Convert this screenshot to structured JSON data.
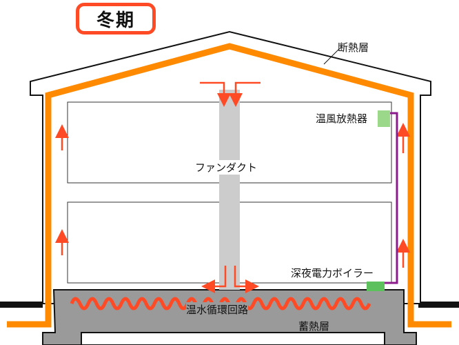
{
  "season_badge": "冬期",
  "labels": {
    "insulation": "断熱層",
    "radiator": "温風放熱器",
    "fan_duct": "ファンダクト",
    "boiler": "深夜電力ボイラー",
    "hot_water_loop": "温水循環回路",
    "thermal_storage": "蓄熱層"
  },
  "colors": {
    "insulation": "#ff8a00",
    "airflow_arrow": "#ff4a26",
    "water_loop": "#ff4a26",
    "hot_water_pipe": "#8b1a8b",
    "radiator": "#9bd88a",
    "boiler": "#5cc05c",
    "duct": "#cccccc",
    "slab": "#9a9a9a"
  }
}
